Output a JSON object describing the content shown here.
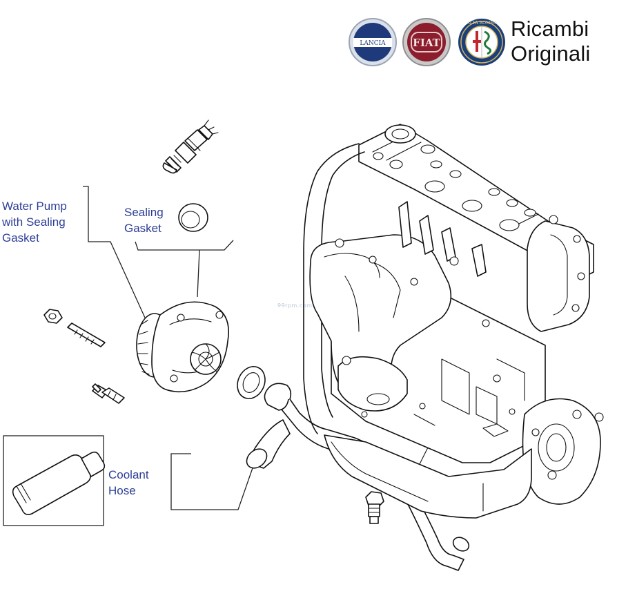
{
  "brand": {
    "logos": [
      {
        "name": "lancia-logo",
        "text": "LANCIA",
        "color": "#1f3a7a"
      },
      {
        "name": "fiat-logo",
        "text": "FIAT",
        "color": "#8c1d2c"
      },
      {
        "name": "alfa-romeo-logo",
        "text": "ALFA ROMEO",
        "color": "#1a3f7a"
      }
    ],
    "line1": "Ricambi",
    "line2": "Originali"
  },
  "labels": {
    "water_pump": [
      "Water Pump",
      "with Sealing",
      "Gasket"
    ],
    "sealing_gasket": [
      "Sealing",
      "Gasket"
    ],
    "coolant_hose": [
      "Coolant",
      "Hose"
    ]
  },
  "watermark": "99rpm.com",
  "colors": {
    "label": "#2c3e95",
    "line": "#111111"
  }
}
